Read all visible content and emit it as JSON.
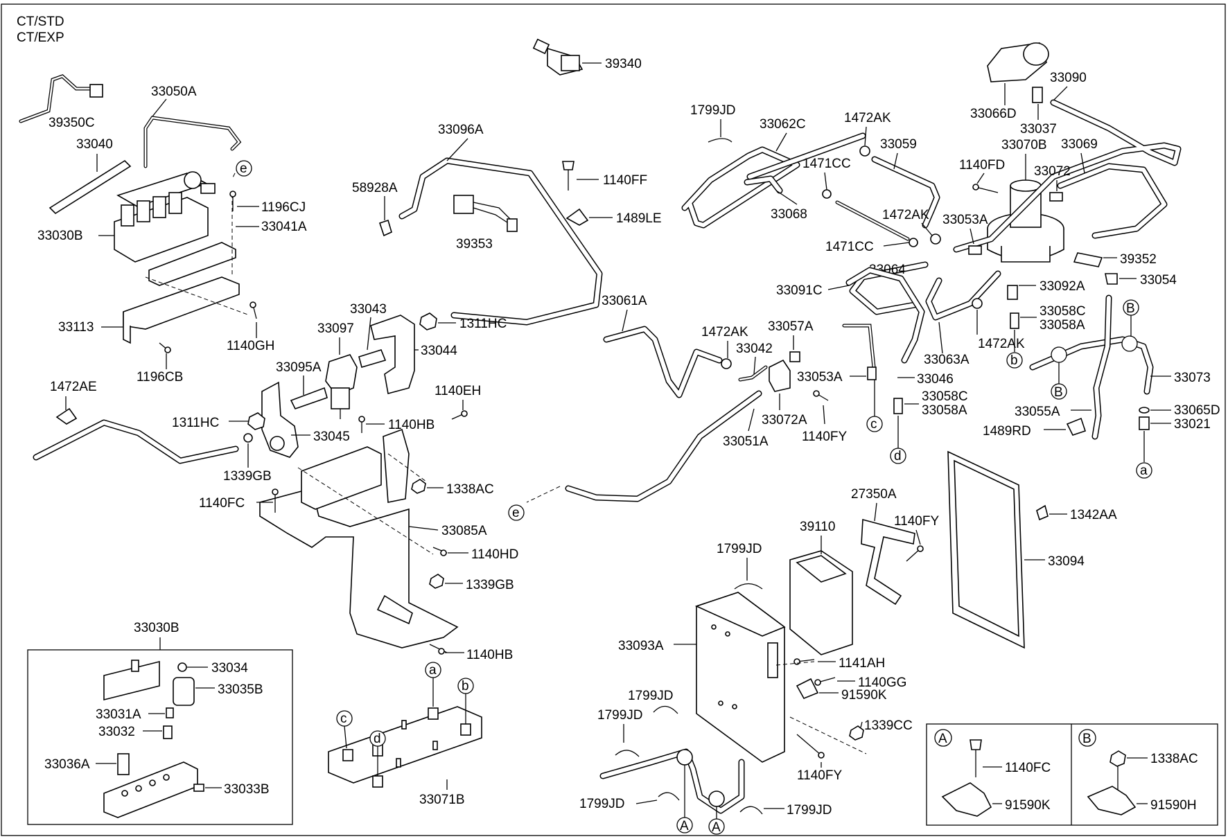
{
  "header": {
    "line1": "CT/STD",
    "line2": "CT/EXP"
  },
  "labels": {
    "p39340": "39340",
    "p39350C": "39350C",
    "p33050A": "33050A",
    "p33040": "33040",
    "p1196CJ": "1196CJ",
    "p33041A": "33041A",
    "p33030B": "33030B",
    "p33113": "33113",
    "p1140GH": "1140GH",
    "p1196CB": "1196CB",
    "p33096A": "33096A",
    "p58928A": "58928A",
    "p39353": "39353",
    "p1140FF": "1140FF",
    "p1489LE": "1489LE",
    "p33043": "33043",
    "p33097": "33097",
    "p1311HC_a": "1311HC",
    "p33044": "33044",
    "p33095A": "33095A",
    "p1472AE": "1472AE",
    "p1311HC_b": "1311HC",
    "p33045": "33045",
    "p1140EH": "1140EH",
    "p1140HB_a": "1140HB",
    "p1339GB_a": "1339GB",
    "p1338AC": "1338AC",
    "p1140FC": "1140FC",
    "p33085A": "33085A",
    "p1140HD": "1140HD",
    "p1339GB_b": "1339GB",
    "p1140HB_b": "1140HB",
    "p1799JD_a": "1799JD",
    "p33062C": "33062C",
    "p1472AK_a": "1472AK",
    "p33059": "33059",
    "p1471CC_a": "1471CC",
    "p33068": "33068",
    "p1472AK_b": "1472AK",
    "p1471CC_b": "1471CC",
    "p33064": "33064",
    "p33091C": "33091C",
    "p33061A": "33061A",
    "p1472AK_c": "1472AK",
    "p33042": "33042",
    "p33057A": "33057A",
    "p33053A_a": "33053A",
    "p33072A": "33072A",
    "p1140FY_a": "1140FY",
    "p33051A": "33051A",
    "p33046": "33046",
    "p33063A": "33063A",
    "p1472AK_d": "1472AK",
    "p33058C_a": "33058C",
    "p33058A_a": "33058A",
    "p33058C_b": "33058C",
    "p33058A_b": "33058A",
    "p33066D": "33066D",
    "p33090": "33090",
    "p33037": "33037",
    "p33070B": "33070B",
    "p33069": "33069",
    "p1140FD": "1140FD",
    "p33072": "33072",
    "p33053A_b": "33053A",
    "p39352": "39352",
    "p33092A": "33092A",
    "p33054": "33054",
    "p33073": "33073",
    "p33065D": "33065D",
    "p33021": "33021",
    "p33055A": "33055A",
    "p1489RD": "1489RD",
    "p27350A": "27350A",
    "p1140FY_b": "1140FY",
    "p39110": "39110",
    "p1342AA": "1342AA",
    "p33094": "33094",
    "p1799JD_b": "1799JD",
    "p33093A": "33093A",
    "p1141AH": "1141AH",
    "p1140GG": "1140GG",
    "p91590K_a": "91590K",
    "p1339CC": "1339CC",
    "p1140FY_c": "1140FY",
    "p1799JD_c": "1799JD",
    "p1799JD_d": "1799JD",
    "p1799JD_e": "1799JD",
    "p1799JD_f": "1799JD",
    "p33071B": "33071B",
    "p33030B_box": "33030B",
    "p33034": "33034",
    "p33035B": "33035B",
    "p33031A": "33031A",
    "p33032": "33032",
    "p33036A": "33036A",
    "p33033B": "33033B",
    "p1140FC_box": "1140FC",
    "p91590K_box": "91590K",
    "p1338AC_box": "1338AC",
    "p91590H_box": "91590H"
  },
  "refs": {
    "a": "a",
    "b": "b",
    "c": "c",
    "d": "d",
    "e": "e",
    "A": "A",
    "B": "B"
  }
}
